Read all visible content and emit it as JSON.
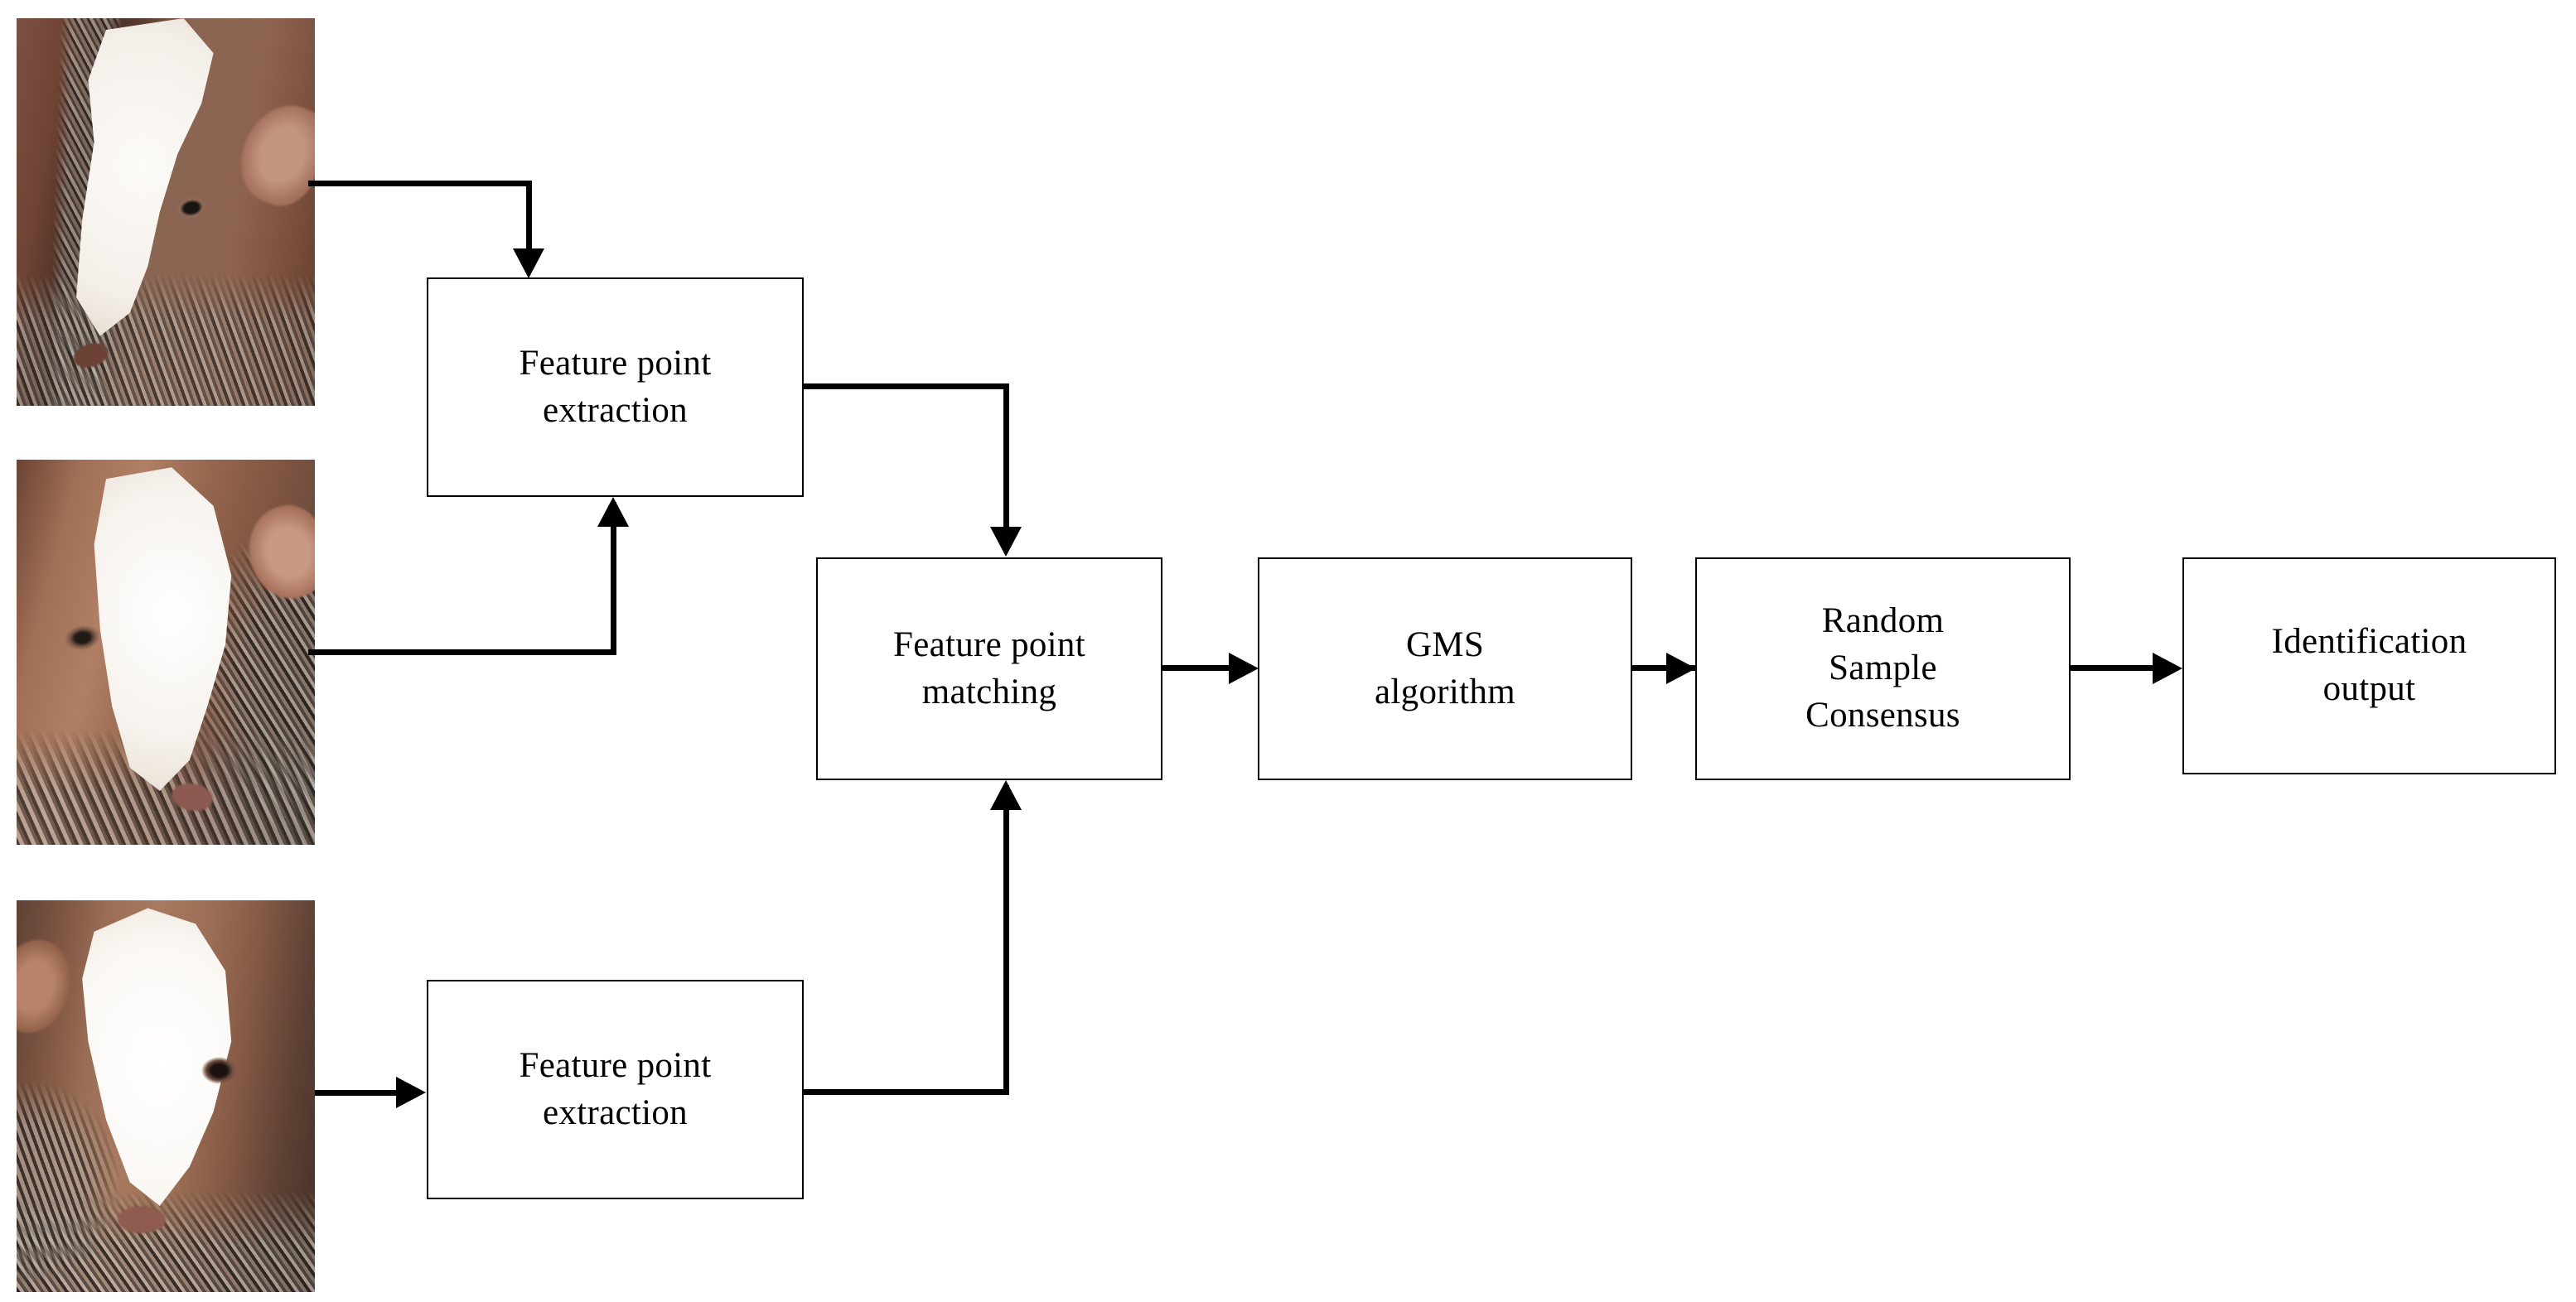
{
  "diagram": {
    "title": "Cattle identification pipeline flowchart",
    "background_color": "#ffffff",
    "line_color": "#000000",
    "box_fill": "#ffffff",
    "inputs": [
      {
        "name": "cow-image-side-profile",
        "caption": ""
      },
      {
        "name": "cow-image-three-quarter",
        "caption": ""
      },
      {
        "name": "cow-image-frontal",
        "caption": ""
      }
    ],
    "nodes": [
      {
        "id": "extract_top",
        "label": "Feature point\nextraction"
      },
      {
        "id": "extract_bottom",
        "label": "Feature point\nextraction"
      },
      {
        "id": "matching",
        "label": "Feature point\nmatching"
      },
      {
        "id": "gms",
        "label": "GMS\nalgorithm"
      },
      {
        "id": "ransac",
        "label": "Random\nSample\nConsensus"
      },
      {
        "id": "output",
        "label": "Identification\noutput"
      }
    ],
    "edges": [
      {
        "from": "cow-image-side-profile",
        "to": "extract_top",
        "arrow": "down"
      },
      {
        "from": "cow-image-three-quarter",
        "to": "extract_top",
        "arrow": "up"
      },
      {
        "from": "cow-image-frontal",
        "to": "extract_bottom",
        "arrow": "right"
      },
      {
        "from": "extract_top",
        "to": "matching",
        "arrow": "down"
      },
      {
        "from": "extract_bottom",
        "to": "matching",
        "arrow": "up"
      },
      {
        "from": "matching",
        "to": "gms",
        "arrow": "right"
      },
      {
        "from": "gms",
        "to": "ransac",
        "arrow": "right"
      },
      {
        "from": "ransac",
        "to": "output",
        "arrow": "right"
      }
    ]
  }
}
